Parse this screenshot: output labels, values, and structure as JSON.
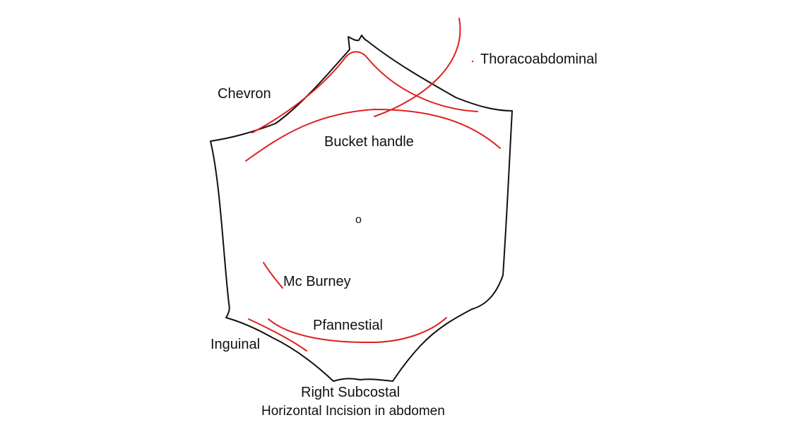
{
  "diagram": {
    "caption": "Horizontal  Incision in abdomen",
    "umbilicus_mark": "o",
    "colors": {
      "outline": "#111111",
      "incision": "#e02020",
      "text": "#111111"
    },
    "labels": {
      "thoracoabdominal": "Thoracoabdominal",
      "chevron": "Chevron",
      "bucket_handle": "Bucket handle",
      "mc_burney": "Mc Burney",
      "pfannestial": "Pfannestial",
      "inguinal": "Inguinal",
      "right_subcostal": "Right Subcostal"
    }
  }
}
